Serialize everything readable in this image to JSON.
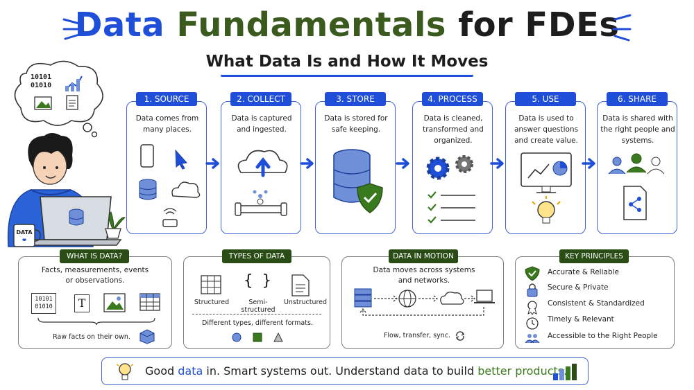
{
  "header": {
    "title_part1": "Data",
    "title_part2": "Fundamentals",
    "title_part3": "for FDEs",
    "subtitle": "What Data Is and How It Moves"
  },
  "thought_bubble": {
    "binary_line1": "01010",
    "binary_line0": "10101"
  },
  "mug_label": "DATA",
  "steps": [
    {
      "label": "1. SOURCE",
      "desc": "Data comes from many places."
    },
    {
      "label": "2. COLLECT",
      "desc": "Data is captured and ingested."
    },
    {
      "label": "3. STORE",
      "desc": "Data is stored for safe keeping."
    },
    {
      "label": "4. PROCESS",
      "desc": "Data is cleaned, transformed and organized."
    },
    {
      "label": "5. USE",
      "desc": "Data is used to answer questions and create value."
    },
    {
      "label": "6. SHARE",
      "desc": "Data is shared with the right people and systems."
    }
  ],
  "what_is_data": {
    "label": "WHAT IS DATA?",
    "desc": "Facts, measurements, events or observations.",
    "binary_a": "10101",
    "binary_b": "01010",
    "text_icon": "T",
    "footer": "Raw facts on their own."
  },
  "types_of_data": {
    "label": "TYPES OF DATA",
    "items": [
      "Structured",
      "Semi-structured",
      "Unstructured"
    ],
    "semi_symbol": "{ }",
    "footer": "Different types, different formats."
  },
  "data_in_motion": {
    "label": "DATA IN MOTION",
    "desc": "Data moves across systems and networks.",
    "footer": "Flow, transfer, sync."
  },
  "key_principles": {
    "label": "KEY PRINCIPLES",
    "items": [
      "Accurate & Reliable",
      "Secure & Private",
      "Consistent & Standardized",
      "Timely & Relevant",
      "Accessible to the Right People"
    ]
  },
  "banner": {
    "part1": "Good",
    "part2": "data",
    "part3": "in. Smart systems out. Understand data to build",
    "part4": "better products."
  },
  "colors": {
    "accent_blue": "#1f4fd8",
    "accent_green": "#2a4d16",
    "icon_blue": "#6f8fd8"
  }
}
